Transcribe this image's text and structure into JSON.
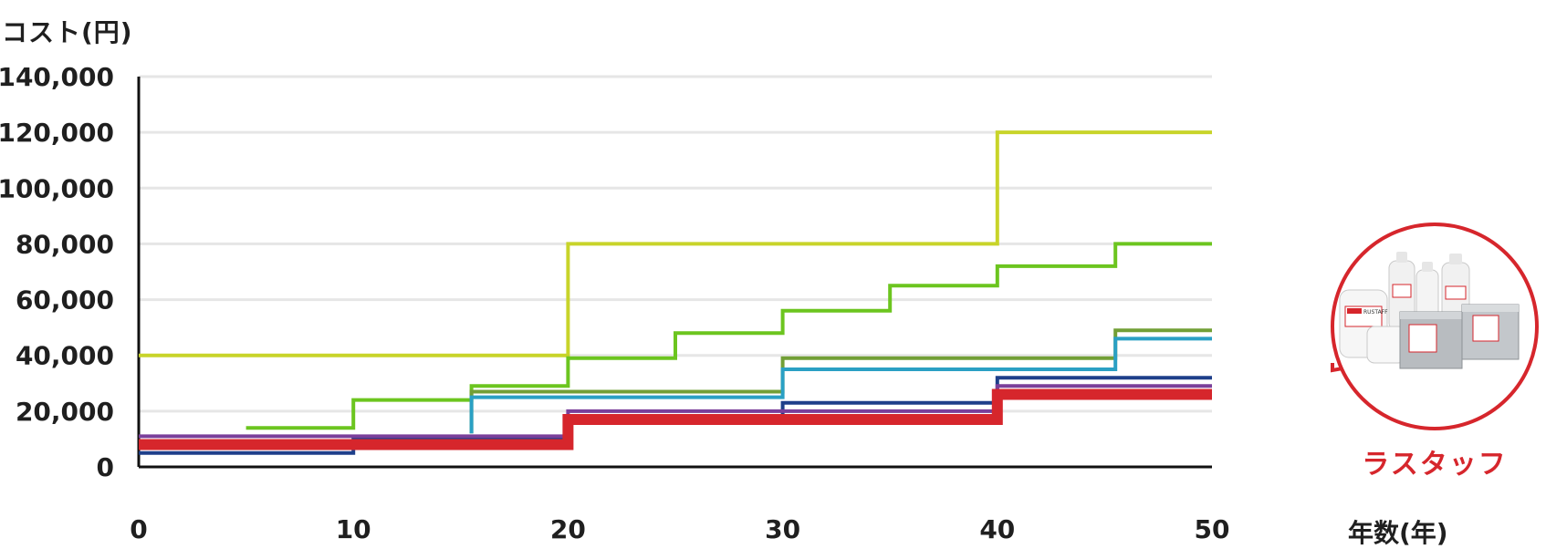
{
  "chart_data": {
    "type": "line",
    "title": "",
    "xlabel": "年数(年)",
    "ylabel": "コスト(円)",
    "xlim": [
      0,
      50
    ],
    "ylim": [
      0,
      140000
    ],
    "x_ticks": [
      "0",
      "10",
      "20",
      "30",
      "40",
      "50"
    ],
    "y_ticks": [
      "0",
      "20,000",
      "40,000",
      "60,000",
      "80,000",
      "100,000",
      "120,000",
      "140,000"
    ],
    "grid": true,
    "series": [
      {
        "color": "#c8d42a",
        "points": [
          [
            0,
            40000
          ],
          [
            20,
            40000
          ],
          [
            20,
            80000
          ],
          [
            40,
            80000
          ],
          [
            40,
            120000
          ],
          [
            50,
            120000
          ]
        ]
      },
      {
        "color": "#6cc51f",
        "points": [
          [
            5,
            14000
          ],
          [
            5,
            14000
          ],
          [
            10,
            14000
          ],
          [
            10,
            24000
          ],
          [
            15.5,
            24000
          ],
          [
            15.5,
            29000
          ],
          [
            20,
            29000
          ],
          [
            20,
            39000
          ],
          [
            25,
            39000
          ],
          [
            25,
            48000
          ],
          [
            30,
            48000
          ],
          [
            30,
            56000
          ],
          [
            35,
            56000
          ],
          [
            35,
            65000
          ],
          [
            40,
            65000
          ],
          [
            40,
            72000
          ],
          [
            45.5,
            72000
          ],
          [
            45.5,
            80000
          ],
          [
            50,
            80000
          ]
        ]
      },
      {
        "color": "#729f36",
        "points": [
          [
            15.5,
            12000
          ],
          [
            15.5,
            27000
          ],
          [
            30,
            27000
          ],
          [
            30,
            39000
          ],
          [
            45.5,
            39000
          ],
          [
            45.5,
            49000
          ],
          [
            50,
            49000
          ]
        ]
      },
      {
        "color": "#2aa0c4",
        "points": [
          [
            15.5,
            12000
          ],
          [
            15.5,
            25000
          ],
          [
            30,
            25000
          ],
          [
            30,
            35000
          ],
          [
            45.5,
            35000
          ],
          [
            45.5,
            46000
          ],
          [
            50,
            46000
          ]
        ]
      },
      {
        "color": "#1e3f8a",
        "points": [
          [
            0,
            5000
          ],
          [
            10,
            5000
          ],
          [
            10,
            10000
          ],
          [
            20,
            10000
          ],
          [
            20,
            18000
          ],
          [
            30,
            18000
          ],
          [
            30,
            23000
          ],
          [
            40,
            23000
          ],
          [
            40,
            32000
          ],
          [
            50,
            32000
          ]
        ]
      },
      {
        "color": "#7a3f9a",
        "points": [
          [
            0,
            11000
          ],
          [
            20,
            11000
          ],
          [
            20,
            20000
          ],
          [
            40,
            20000
          ],
          [
            40,
            29000
          ],
          [
            50,
            29000
          ]
        ]
      },
      {
        "color": "#d6262c",
        "width": 12,
        "points": [
          [
            0,
            8000
          ],
          [
            20,
            8000
          ],
          [
            20,
            17000
          ],
          [
            40,
            17000
          ],
          [
            40,
            26000
          ],
          [
            50,
            26000
          ]
        ]
      }
    ]
  },
  "badge": {
    "label": "ラスタッフ",
    "product_text": "RUSTAFF",
    "circle_color": "#d6262c"
  }
}
